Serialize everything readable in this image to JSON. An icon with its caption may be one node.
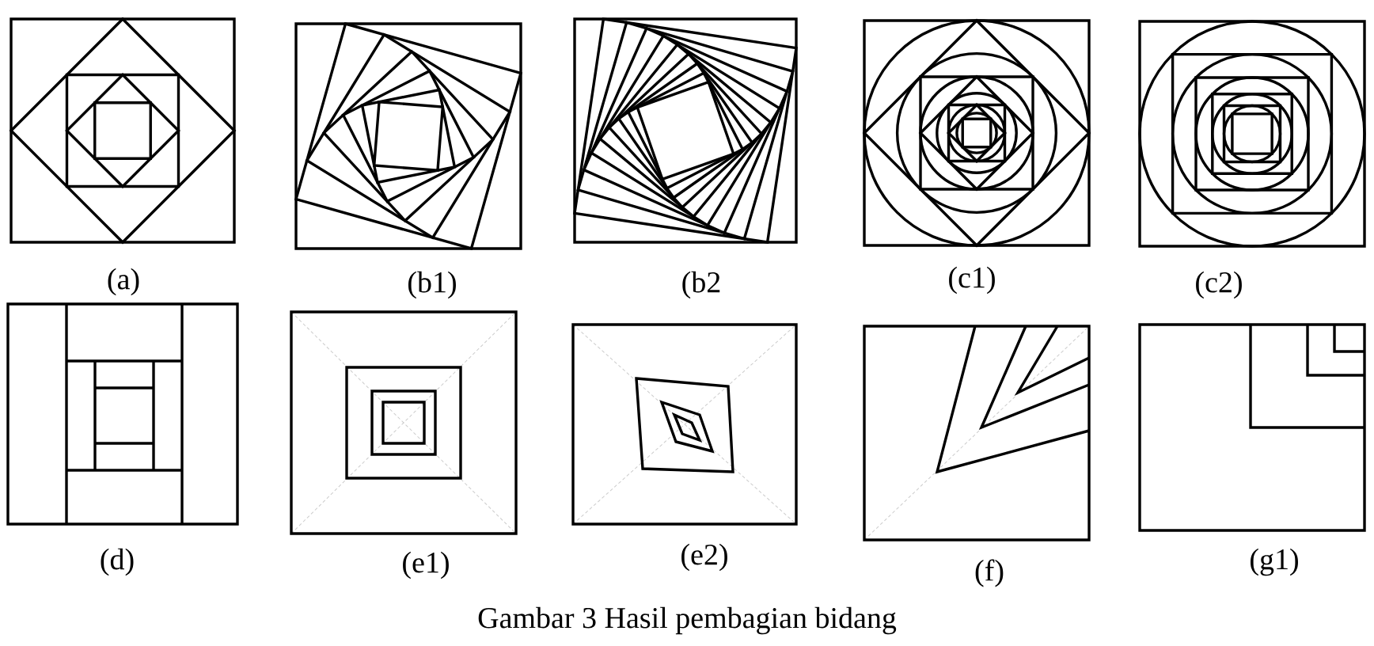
{
  "diagram": {
    "caption": "Gambar 3 Hasil pembagian bidang",
    "labels": [
      "(a)",
      "(b1)",
      "(b2",
      "(c1)",
      "(c2)",
      "(d)",
      "(e1)",
      "(e2)",
      "(f)",
      "(g1)"
    ]
  }
}
